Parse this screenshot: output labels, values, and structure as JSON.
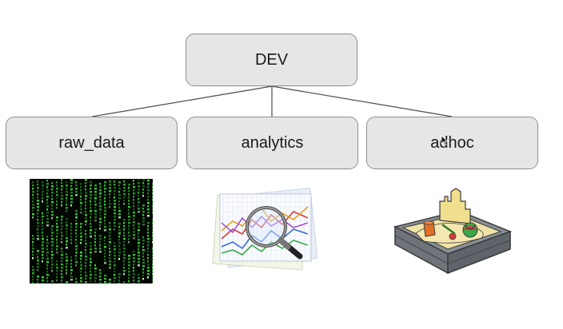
{
  "diagram": {
    "root": {
      "label": "DEV"
    },
    "children": [
      {
        "id": "raw_data",
        "label": "raw_data",
        "image": "matrix-code-illustration"
      },
      {
        "id": "analytics",
        "label": "analytics",
        "image": "magnifier-chart-illustration"
      },
      {
        "id": "adhoc",
        "label": "adhoc",
        "image": "sandbox-illustration"
      }
    ]
  },
  "colors": {
    "node_fill": "#e6e6e6",
    "node_border": "#8f8f8f",
    "connector": "#4a4a4a",
    "matrix_green": "#3fd13f"
  }
}
